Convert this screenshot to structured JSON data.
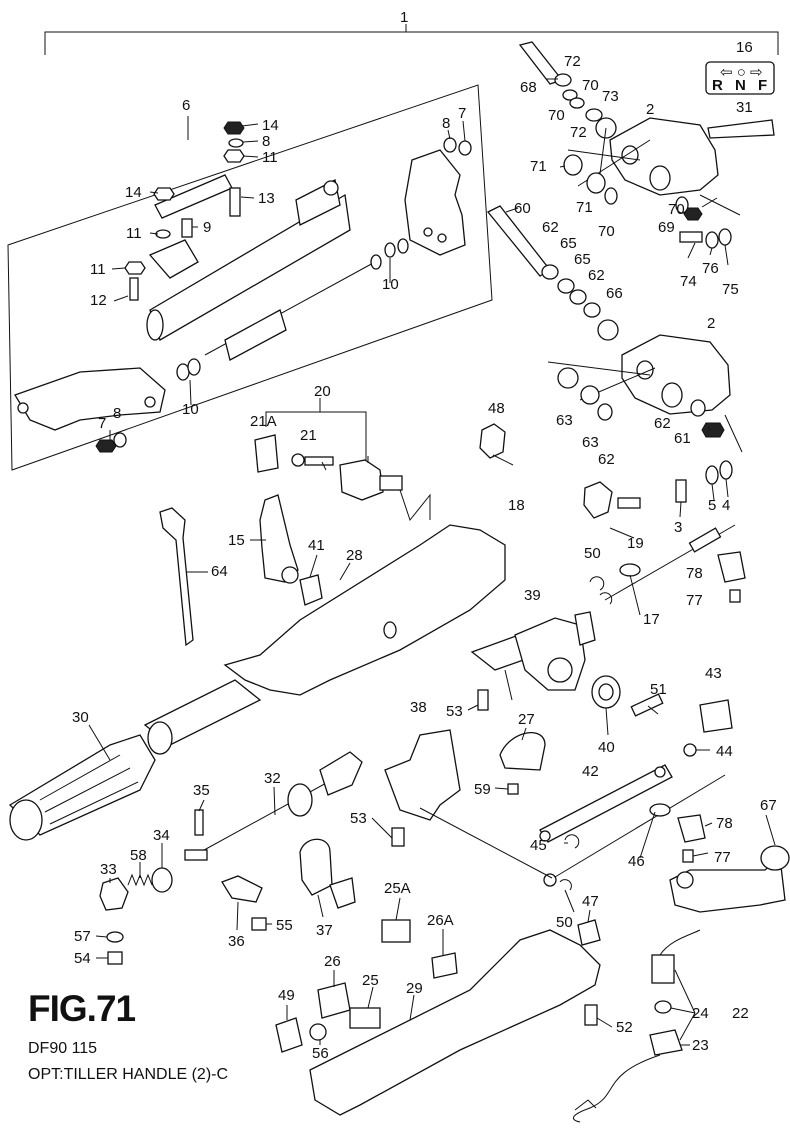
{
  "figure": {
    "title": "FIG.71",
    "model": "DF90 115",
    "caption": "OPT:TILLER HANDLE (2)-C"
  },
  "shift_plate": {
    "letters": [
      "R",
      "N",
      "F"
    ]
  },
  "callouts": [
    {
      "id": "c1",
      "text": "1"
    },
    {
      "id": "c2a",
      "text": "2"
    },
    {
      "id": "c2b",
      "text": "2"
    },
    {
      "id": "c3",
      "text": "3"
    },
    {
      "id": "c4",
      "text": "4"
    },
    {
      "id": "c5",
      "text": "5"
    },
    {
      "id": "c6",
      "text": "6"
    },
    {
      "id": "c7a",
      "text": "7"
    },
    {
      "id": "c7b",
      "text": "7"
    },
    {
      "id": "c8a",
      "text": "8"
    },
    {
      "id": "c8b",
      "text": "8"
    },
    {
      "id": "c8c",
      "text": "8"
    },
    {
      "id": "c9",
      "text": "9"
    },
    {
      "id": "c10a",
      "text": "10"
    },
    {
      "id": "c10b",
      "text": "10"
    },
    {
      "id": "c11a",
      "text": "11"
    },
    {
      "id": "c11b",
      "text": "11"
    },
    {
      "id": "c11c",
      "text": "11"
    },
    {
      "id": "c12",
      "text": "12"
    },
    {
      "id": "c13",
      "text": "13"
    },
    {
      "id": "c14a",
      "text": "14"
    },
    {
      "id": "c14b",
      "text": "14"
    },
    {
      "id": "c15",
      "text": "15"
    },
    {
      "id": "c16",
      "text": "16"
    },
    {
      "id": "c17",
      "text": "17"
    },
    {
      "id": "c18",
      "text": "18"
    },
    {
      "id": "c19",
      "text": "19"
    },
    {
      "id": "c20",
      "text": "20"
    },
    {
      "id": "c21a",
      "text": "21A"
    },
    {
      "id": "c21",
      "text": "21"
    },
    {
      "id": "c22",
      "text": "22"
    },
    {
      "id": "c23",
      "text": "23"
    },
    {
      "id": "c24",
      "text": "24"
    },
    {
      "id": "c25a",
      "text": "25A"
    },
    {
      "id": "c25",
      "text": "25"
    },
    {
      "id": "c26a",
      "text": "26A"
    },
    {
      "id": "c26",
      "text": "26"
    },
    {
      "id": "c27",
      "text": "27"
    },
    {
      "id": "c28",
      "text": "28"
    },
    {
      "id": "c29",
      "text": "29"
    },
    {
      "id": "c30",
      "text": "30"
    },
    {
      "id": "c31",
      "text": "31"
    },
    {
      "id": "c32",
      "text": "32"
    },
    {
      "id": "c33",
      "text": "33"
    },
    {
      "id": "c34",
      "text": "34"
    },
    {
      "id": "c35",
      "text": "35"
    },
    {
      "id": "c36",
      "text": "36"
    },
    {
      "id": "c37",
      "text": "37"
    },
    {
      "id": "c38",
      "text": "38"
    },
    {
      "id": "c39",
      "text": "39"
    },
    {
      "id": "c40",
      "text": "40"
    },
    {
      "id": "c41",
      "text": "41"
    },
    {
      "id": "c42",
      "text": "42"
    },
    {
      "id": "c43",
      "text": "43"
    },
    {
      "id": "c44",
      "text": "44"
    },
    {
      "id": "c45",
      "text": "45"
    },
    {
      "id": "c46",
      "text": "46"
    },
    {
      "id": "c47",
      "text": "47"
    },
    {
      "id": "c48",
      "text": "48"
    },
    {
      "id": "c49",
      "text": "49"
    },
    {
      "id": "c50a",
      "text": "50"
    },
    {
      "id": "c50b",
      "text": "50"
    },
    {
      "id": "c51",
      "text": "51"
    },
    {
      "id": "c52",
      "text": "52"
    },
    {
      "id": "c53a",
      "text": "53"
    },
    {
      "id": "c53b",
      "text": "53"
    },
    {
      "id": "c54",
      "text": "54"
    },
    {
      "id": "c55",
      "text": "55"
    },
    {
      "id": "c56",
      "text": "56"
    },
    {
      "id": "c57",
      "text": "57"
    },
    {
      "id": "c58",
      "text": "58"
    },
    {
      "id": "c59",
      "text": "59"
    },
    {
      "id": "c60",
      "text": "60"
    },
    {
      "id": "c61",
      "text": "61"
    },
    {
      "id": "c62a",
      "text": "62"
    },
    {
      "id": "c62b",
      "text": "62"
    },
    {
      "id": "c62c",
      "text": "62"
    },
    {
      "id": "c62d",
      "text": "62"
    },
    {
      "id": "c63a",
      "text": "63"
    },
    {
      "id": "c63b",
      "text": "63"
    },
    {
      "id": "c64",
      "text": "64"
    },
    {
      "id": "c65a",
      "text": "65"
    },
    {
      "id": "c65b",
      "text": "65"
    },
    {
      "id": "c66",
      "text": "66"
    },
    {
      "id": "c67",
      "text": "67"
    },
    {
      "id": "c68",
      "text": "68"
    },
    {
      "id": "c69",
      "text": "69"
    },
    {
      "id": "c70a",
      "text": "70"
    },
    {
      "id": "c70b",
      "text": "70"
    },
    {
      "id": "c70c",
      "text": "70"
    },
    {
      "id": "c70d",
      "text": "70"
    },
    {
      "id": "c71a",
      "text": "71"
    },
    {
      "id": "c71b",
      "text": "71"
    },
    {
      "id": "c72a",
      "text": "72"
    },
    {
      "id": "c72b",
      "text": "72"
    },
    {
      "id": "c73",
      "text": "73"
    },
    {
      "id": "c74",
      "text": "74"
    },
    {
      "id": "c75",
      "text": "75"
    },
    {
      "id": "c76",
      "text": "76"
    },
    {
      "id": "c77a",
      "text": "77"
    },
    {
      "id": "c77b",
      "text": "77"
    },
    {
      "id": "c78a",
      "text": "78"
    },
    {
      "id": "c78b",
      "text": "78"
    }
  ]
}
